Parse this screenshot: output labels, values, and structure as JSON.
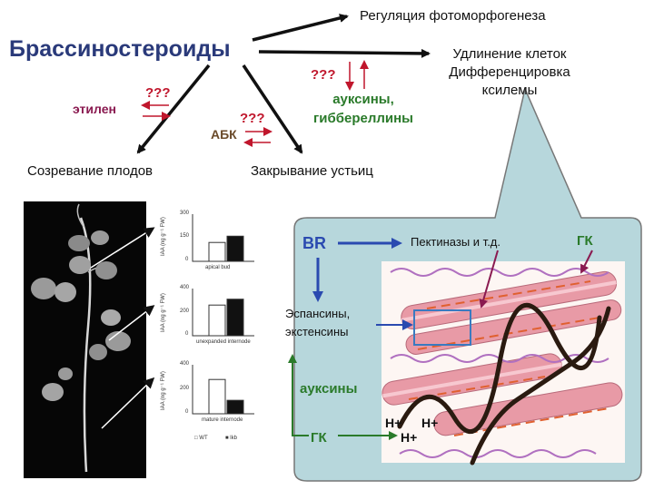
{
  "title": "Брассиностероиды",
  "top_effect": "Регуляция фотоморфогенеза",
  "right_effect_lines": [
    "Удлинение клеток",
    "Дифференцировка",
    "ксилемы"
  ],
  "ethylene": {
    "label": "этилен",
    "question": "???"
  },
  "aba": {
    "label": "АБК",
    "question": "???"
  },
  "auxins_gibberellins": {
    "question": "???",
    "lines": [
      "ауксины,",
      "гиббереллины"
    ]
  },
  "fruit_ripening": "Созревание плодов",
  "stomata_closing": "Закрывание устьиц",
  "callout": {
    "br_label": "BR",
    "pectinases": "Пектиназы и т.д.",
    "gk_top": "ГК",
    "expansins_lines": [
      "Эспансины,",
      "экстенсины"
    ],
    "auxins": "ауксины",
    "gk_bottom": "ГК",
    "protons": [
      "Н+",
      "Н+",
      "Н+"
    ]
  },
  "graphs": {
    "ylabel": "IAA (ng g⁻¹ FW)",
    "panels": [
      {
        "caption": "apical bud",
        "ticks": [
          "300",
          "150",
          "0"
        ],
        "wt": 120,
        "lkb": 160
      },
      {
        "caption": "unexpanded internode",
        "ticks": [
          "400",
          "200",
          "0"
        ],
        "wt": 260,
        "lkb": 310
      },
      {
        "caption": "mature internode",
        "ticks": [
          "400",
          "200",
          "0"
        ],
        "wt": 280,
        "lkb": 110
      }
    ],
    "legend": [
      "WT",
      "lkb"
    ]
  },
  "colors": {
    "title": "#2a3a7a",
    "arrow": "#111111",
    "callout_fill": "#b7d7dc",
    "red": "#c0162c",
    "green": "#2a7a2a",
    "br_blue": "#2a4ab0",
    "fiber_pink": "#e89aa6"
  }
}
